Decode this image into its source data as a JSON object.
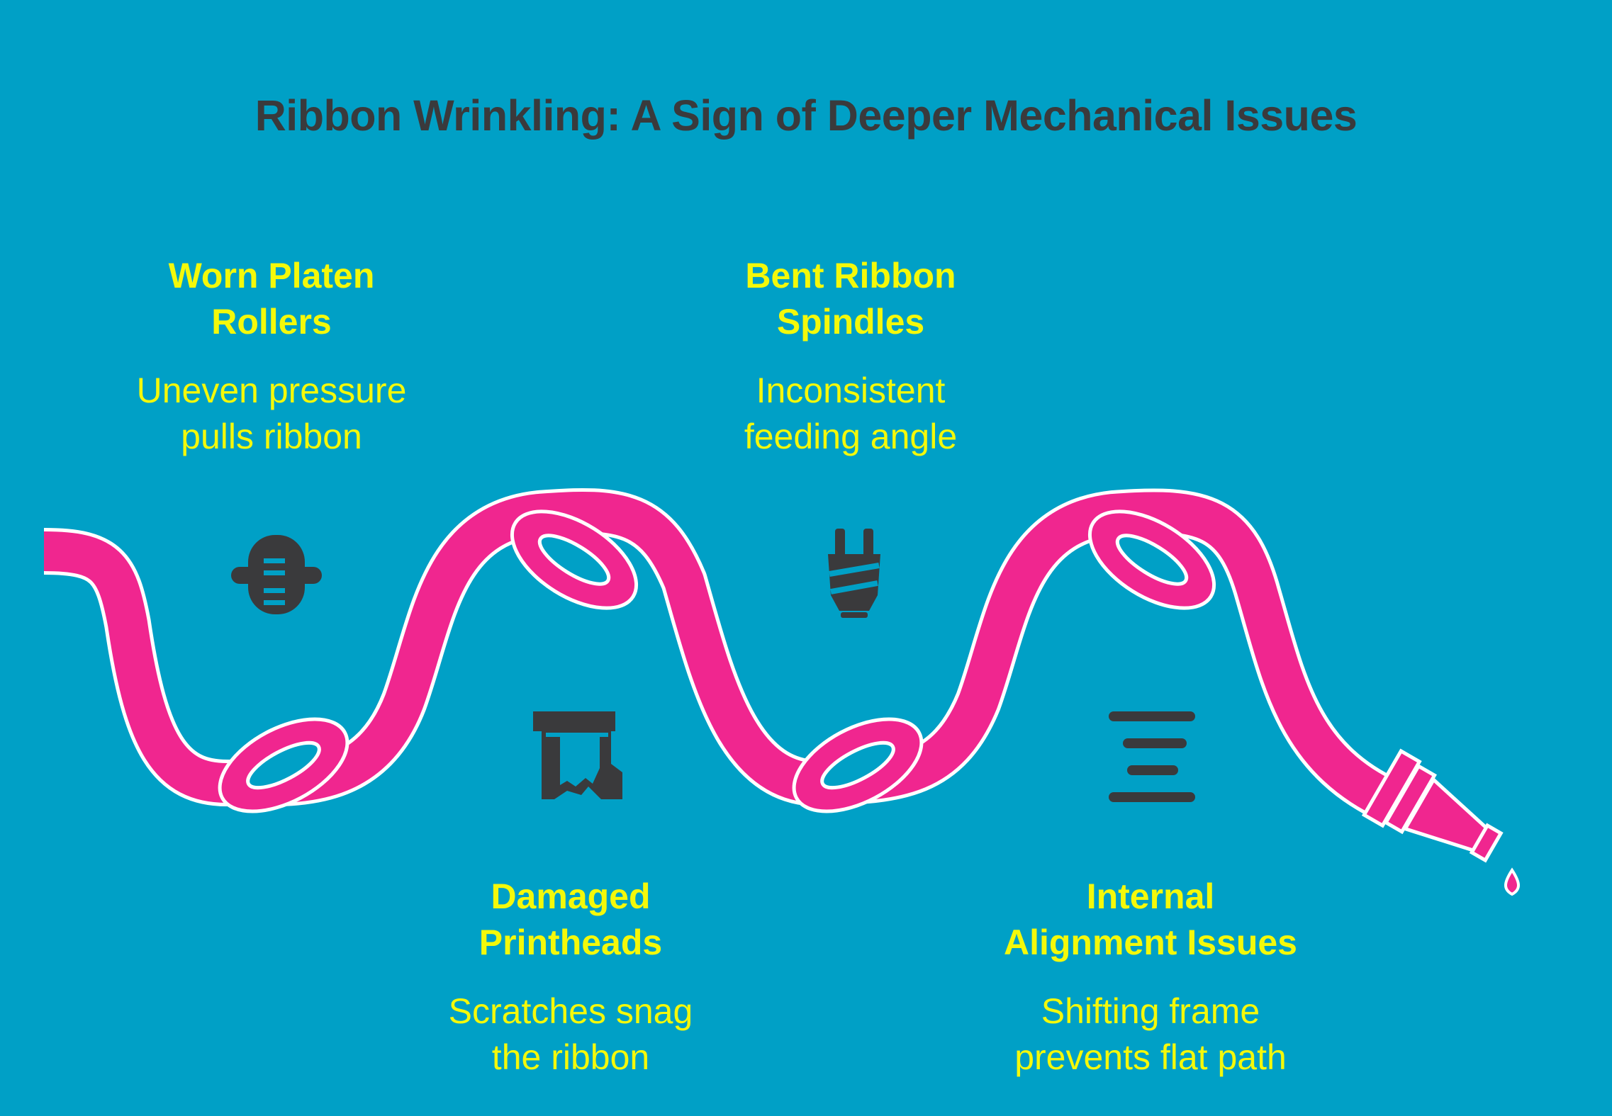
{
  "title": "Ribbon Wrinkling: A Sign of Deeper Mechanical Issues",
  "items": [
    {
      "heading": "Worn Platen\nRollers",
      "description": "Uneven pressure\npulls ribbon",
      "icon": "roller-icon"
    },
    {
      "heading": "Damaged\nPrintheads",
      "description": "Scratches snag\nthe ribbon",
      "icon": "damaged-printhead-icon"
    },
    {
      "heading": "Bent Ribbon\nSpindles",
      "description": "Inconsistent\nfeeding angle",
      "icon": "spindle-icon"
    },
    {
      "heading": "Internal\nAlignment Issues",
      "description": "Shifting frame\nprevents flat path",
      "icon": "alignment-icon"
    }
  ],
  "colors": {
    "background": "#00a0c6",
    "ribbon": "#f0268f",
    "text": "#f4f90a",
    "title": "#3a3a3c",
    "icon": "#3a3a3c"
  }
}
